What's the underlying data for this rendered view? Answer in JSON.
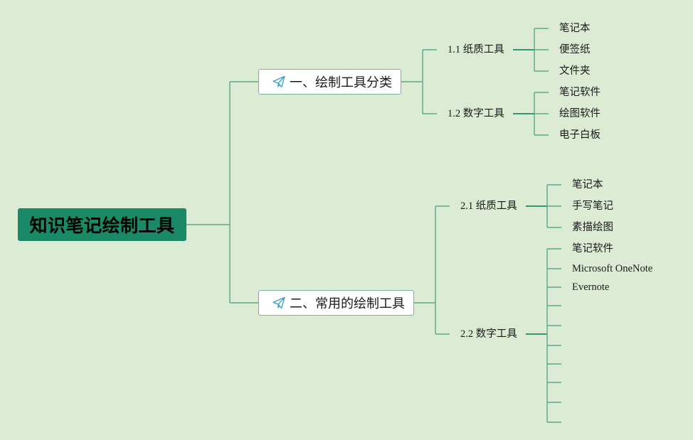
{
  "root": {
    "title": "知识笔记绘制工具"
  },
  "branches": [
    {
      "label": "一、绘制工具分类",
      "icon": "paper-plane-icon",
      "subs": [
        {
          "label": "1.1 纸质工具",
          "leaves": [
            "笔记本",
            "便签纸",
            "文件夹"
          ]
        },
        {
          "label": "1.2 数字工具",
          "leaves": [
            "笔记软件",
            "绘图软件",
            "电子白板"
          ]
        }
      ]
    },
    {
      "label": "二、常用的绘制工具",
      "icon": "paper-plane-icon",
      "subs": [
        {
          "label": "2.1 纸质工具",
          "leaves": [
            "笔记本",
            "手写笔记",
            "素描绘图"
          ]
        },
        {
          "label": "2.2 数字工具",
          "leaves": [
            "笔记软件",
            "Microsoft OneNote",
            "Evernote",
            "",
            "",
            "",
            "",
            "",
            "",
            ""
          ]
        }
      ]
    }
  ],
  "colors": {
    "background": "#dcebd4",
    "root_fill": "#198a65",
    "connector": "#5ca98a",
    "icon": "#3aa0c8"
  }
}
